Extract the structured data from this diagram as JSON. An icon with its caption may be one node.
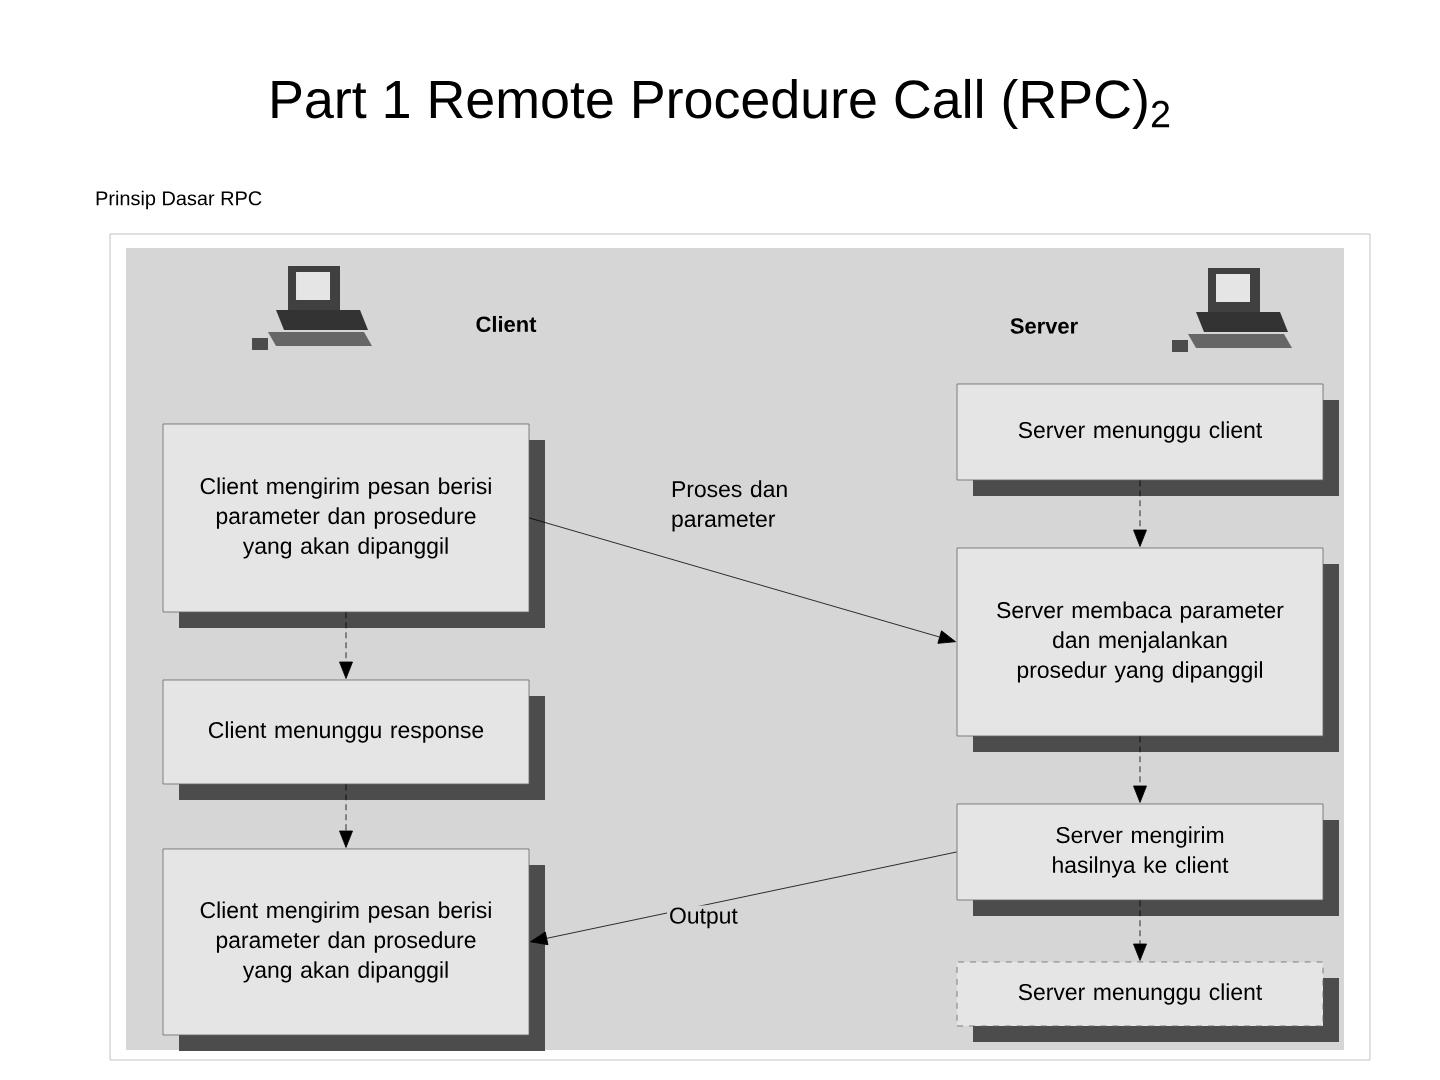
{
  "diagram": {
    "title": "Part 1 Remote Procedure Call (RPC)$_{2}$",
    "nodes": [
      {
        "text": [
          "Client mengirim pesan berisi parameter dan prosedure yang akan dipanggil"
        ]
      },
      {
        "text": [
          "Client menunggu response"
        ]
      },
      {
        "text": [
          "Client mengirim pesan berisi parameter dan prosedure yang akan dipanggil"
        ]
      },
      {
        "text": [
          "Server menunggu client"
        ]
      },
      {
        "text": [
          "Server membaca parameter dan menjalankan prosedur yang dipanggil"
        ]
      },
      {
        "text": [
          "Server mengirim hasilnya ke client"
        ]
      },
      {
        "text": [
          "Server menunggu client"
        ]
      }
    ],
    "edges": [
      {
        "from": 0,
        "to": 1,
        "arrow": "to",
        "style": "dashed"
      },
      {
        "from": 1,
        "to": 2,
        "arrow": "to",
        "style": "dashed"
      },
      {
        "from": 0,
        "to": 4,
        "arrow": "to",
        "label": "Proses dan parameter"
      },
      {
        "from": 3,
        "to": 4,
        "arrow": "to",
        "style": "dashed"
      },
      {
        "from": 4,
        "to": 5,
        "arrow": "to",
        "style": "dashed"
      },
      {
        "from": 5,
        "to": 2,
        "arrow": "to",
        "label": "Output"
      },
      {
        "from": 5,
        "to": 6,
        "arrow": "to",
        "style": "dashed"
      }
    ],
    "labels": [
      "Prinsip Dasar RPC",
      "Client",
      "Server"
    ]
  }
}
